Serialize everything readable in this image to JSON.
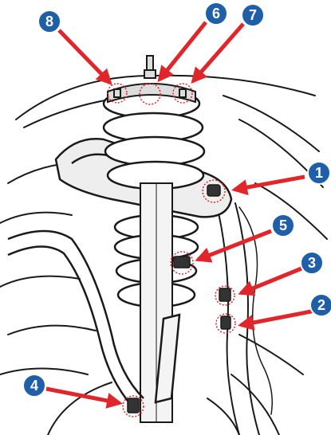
{
  "diagram": {
    "colors": {
      "callout_fill": "#1f5fa8",
      "callout_stroke": "#ffffff",
      "arrow": "#e0262b",
      "highlight_ring": "#e0262b",
      "line_art": "#1a1a1a",
      "shading": "#cfcfcf"
    },
    "callouts": [
      {
        "label": "1",
        "target": "upper-control-arm-bushing-area"
      },
      {
        "label": "2",
        "target": "frame-mount-lower"
      },
      {
        "label": "3",
        "target": "frame-mount-upper"
      },
      {
        "label": "4",
        "target": "sway-bar-link-lower"
      },
      {
        "label": "5",
        "target": "lower-shock-mount"
      },
      {
        "label": "6",
        "target": "strut-top-center"
      },
      {
        "label": "7",
        "target": "strut-top-right-stud"
      },
      {
        "label": "8",
        "target": "strut-top-left-stud"
      }
    ]
  }
}
